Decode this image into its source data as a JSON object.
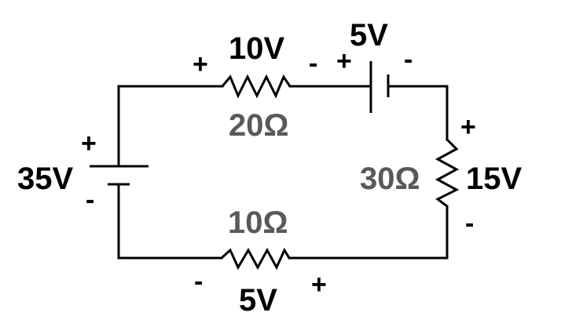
{
  "colors": {
    "wire": "#000000",
    "text": "#000000",
    "resistance_text": "#595959",
    "background": "#ffffff"
  },
  "source_main": {
    "voltage": "35V",
    "plus": "+",
    "minus": "-"
  },
  "source_top": {
    "voltage": "5V",
    "plus": "+",
    "minus": "-"
  },
  "resistor_top": {
    "resistance": "20Ω",
    "voltage": "10V",
    "plus": "+",
    "minus": "-"
  },
  "resistor_right": {
    "resistance": "30Ω",
    "voltage": "15V",
    "plus": "+",
    "minus": "-"
  },
  "resistor_bottom": {
    "resistance": "10Ω",
    "voltage": "5V",
    "plus": "+",
    "minus": "-"
  }
}
